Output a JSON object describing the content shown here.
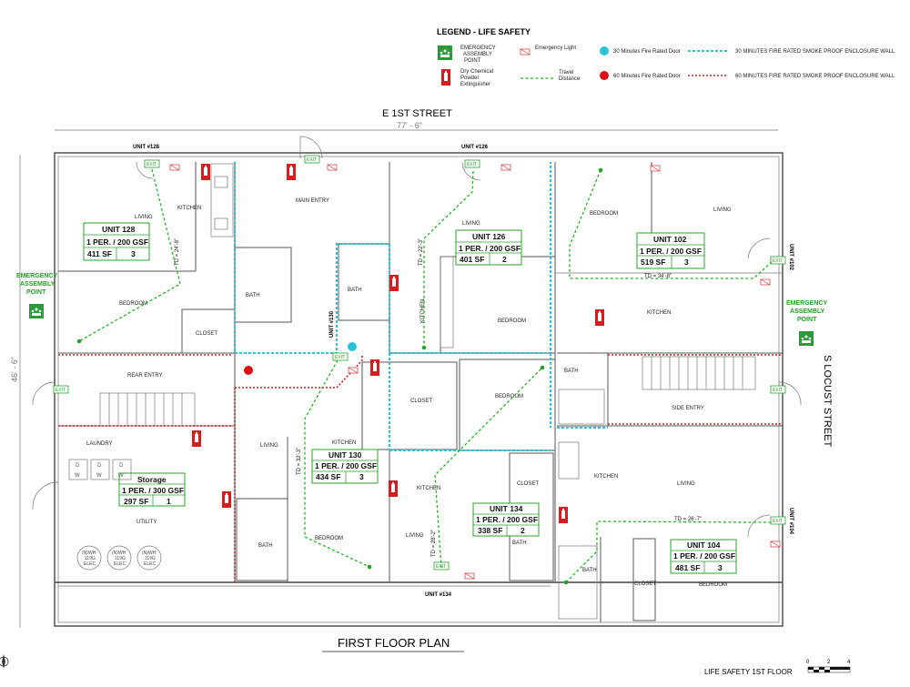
{
  "legend": {
    "title": "LEGEND - LIFE SAFETY",
    "assembly_label": [
      "EMERGENCY",
      "ASSEMBLY",
      "POINT"
    ],
    "extinguisher_label": [
      "Dry Chemical",
      "Powder",
      "Extinguisher"
    ],
    "emergency_light": "Emergency Light",
    "travel_distance": [
      "Travel",
      "Distance"
    ],
    "door30": "30 Minutes Fire Rated Door",
    "door60": "60 Minutes Fire Rated Door",
    "wall30": "30 MINUTES FIRE RATED SMOKE PROOF ENCLOSURE  WALL",
    "wall60": "60 MINUTES FIRE RATED SMOKE PROOF ENCLOSURE  WALL",
    "colors": {
      "cyan": "#27c4d6",
      "red": "#dd1111",
      "green": "#27a027"
    }
  },
  "streets": {
    "north": "E 1ST STREET",
    "north_dim": "77' - 6\"",
    "east": "S LOCUST STREET",
    "west_dim": "46' - 6\""
  },
  "assembly_points": [
    {
      "label": [
        "EMERGENCY",
        "ASSEMBLY",
        "POINT"
      ]
    },
    {
      "label": [
        "EMERGENCY",
        "ASSEMBLY",
        "POINT"
      ]
    }
  ],
  "exit_label": "EXIT",
  "unit_callouts": {
    "u128": "UNIT #128",
    "u126": "UNIT #126",
    "u130": "UNIT #130",
    "u134": "UNIT #134",
    "u102": "UNIT #102",
    "u104": "UNIT #104"
  },
  "rooms": {
    "living_128": "LIVING",
    "kitchen_128": "KITCHEN",
    "bedroom_128": "BEDROOM",
    "closet_128": "CLOSET",
    "bath_128": "BATH",
    "main_entry": "MAIN ENTRY",
    "living_126": "LIVING",
    "kitchen_126": "KITCHEN",
    "bedroom_126": "BEDROOM",
    "bath_126": "BATH",
    "closet_mid": "CLOSET",
    "bedroom_134": "BEDROOM",
    "bedroom_102": "BEDROOM",
    "living_102": "LIVING",
    "kitchen_102": "KITCHEN",
    "bath_102": "BATH",
    "side_entry": "SIDE ENTRY",
    "rear_entry": "REAR ENTRY",
    "laundry": "LAUNDRY",
    "utility": "UTILITY",
    "living_130": "LIVING",
    "kitchen_130": "KITCHEN",
    "bath_130": "BATH",
    "bedroom_130": "BEDROOM",
    "kitchen_134": "KITCHEN",
    "living_134": "LIVING",
    "closet_134": "CLOSET",
    "bath_134": "BATH",
    "kitchen_104": "KITCHEN",
    "living_104": "LIVING",
    "bath_104": "BATH",
    "closet_104": "CLOSET",
    "bedroom_104": "BEDROOM"
  },
  "travel_distances": {
    "td128": "TD = 24'-8\"",
    "td126": "TD = 22'-3\"",
    "td102": "TD = 34'-8\"",
    "td130": "TD = 32'-3\"",
    "td134": "TD = 28'-2\"",
    "td104": "TD = 26'-7\""
  },
  "units": [
    {
      "name": "UNIT 128",
      "occ": "1 PER. / 200 GSF",
      "area": "411 SF",
      "count": "3"
    },
    {
      "name": "UNIT 126",
      "occ": "1 PER. / 200 GSF",
      "area": "401 SF",
      "count": "2"
    },
    {
      "name": "UNIT 102",
      "occ": "1 PER. / 200 GSF",
      "area": "519 SF",
      "count": "3"
    },
    {
      "name": "UNIT 130",
      "occ": "1 PER. / 200 GSF",
      "area": "434 SF",
      "count": "3"
    },
    {
      "name": "Storage",
      "occ": "1 PER. / 300 GSF",
      "area": "297 SF",
      "count": "1"
    },
    {
      "name": "UNIT 134",
      "occ": "1 PER. / 200 GSF",
      "area": "338 SF",
      "count": "2"
    },
    {
      "name": "UNIT 104",
      "occ": "1 PER. / 200 GSF",
      "area": "481 SF",
      "count": "3"
    }
  ],
  "washer_dryer": [
    "D",
    "D",
    "D",
    "W",
    "W",
    "W"
  ],
  "water_heaters": [
    {
      "l1": "(N)WH",
      "l2": "119G",
      "l3": "ELEC"
    },
    {
      "l1": "(N)WH",
      "l2": "119G",
      "l3": "ELEC"
    },
    {
      "l1": "(N)WH",
      "l2": "119G",
      "l3": "ELEC"
    }
  ],
  "plan_title": "FIRST FLOOR PLAN",
  "sheet_title": "LIFE SAFETY 1ST FLOOR",
  "scale": {
    "zero": "0",
    "two": "2",
    "four": "4"
  }
}
